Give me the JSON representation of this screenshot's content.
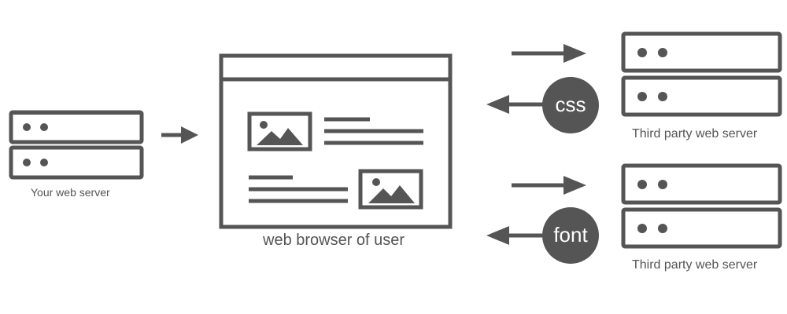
{
  "diagram": {
    "own_server_label": "Your web server",
    "browser_label": "web browser of user",
    "third_party_top_label": "Third party web server",
    "third_party_bottom_label": "Third party web server",
    "css_badge": "css",
    "font_badge": "font"
  },
  "colors": {
    "stroke": "#555555",
    "badge_fill": "#555555",
    "badge_text": "#ffffff",
    "background": "#ffffff"
  }
}
